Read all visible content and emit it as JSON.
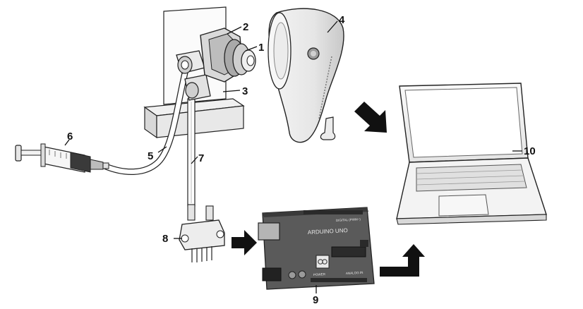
{
  "labels": {
    "l1": "1",
    "l2": "2",
    "l3": "3",
    "l4": "4",
    "l5": "5",
    "l6": "6",
    "l7": "7",
    "l8": "8",
    "l9": "9",
    "l10": "10"
  },
  "board": {
    "name": "ARDUINO UNO",
    "digital": "DIGITAL (PWM~)",
    "power": "POWER",
    "analog": "ANALOG IN"
  },
  "colors": {
    "line": "#1a1a1a",
    "arrow": "#111111",
    "board": "#5a5a5a",
    "board_dark": "#3a3a3a"
  }
}
